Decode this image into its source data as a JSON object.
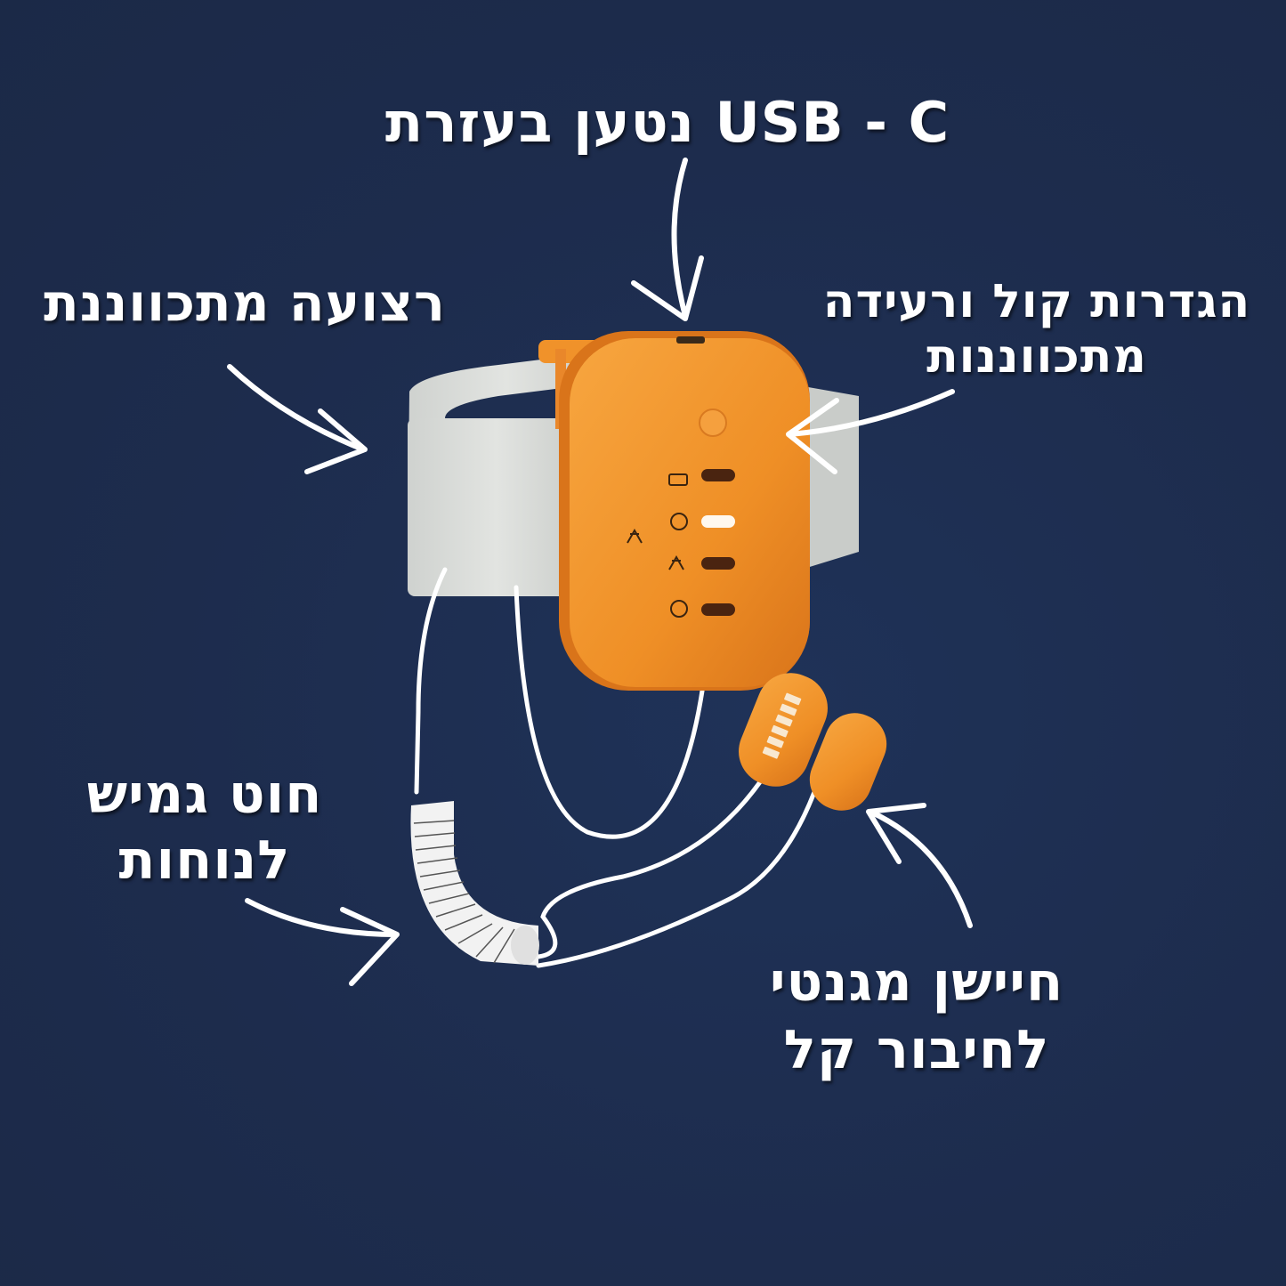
{
  "background_color": "#1e2d4d",
  "accent_color": "#f0922a",
  "labels": {
    "usb_charging": {
      "lines": [
        "USB - C נטען בעזרת"
      ]
    },
    "adjustable_strap": {
      "lines": [
        "רצועה מתכווננת"
      ]
    },
    "sound_vibration_settings": {
      "lines": [
        "הגדרות קול ורעידה",
        "מתכווננות"
      ]
    },
    "flexible_cord": {
      "lines": [
        "חוט גמיש",
        "לנוחות"
      ]
    },
    "magnetic_sensor": {
      "lines": [
        "חיישן מגנטי",
        "לחיבור קל"
      ]
    }
  },
  "device": {
    "name": "bedwetting-alarm",
    "body_color": "#f0922a",
    "strap_color": "#d9dcd9",
    "indicators": [
      {
        "icon": "battery-icon",
        "led_state": "off"
      },
      {
        "icon": "sound-icon",
        "led_state": "on"
      },
      {
        "icon": "vibration-icon",
        "led_state": "off"
      },
      {
        "icon": "sound-vibration-icon",
        "led_state": "off"
      }
    ]
  }
}
